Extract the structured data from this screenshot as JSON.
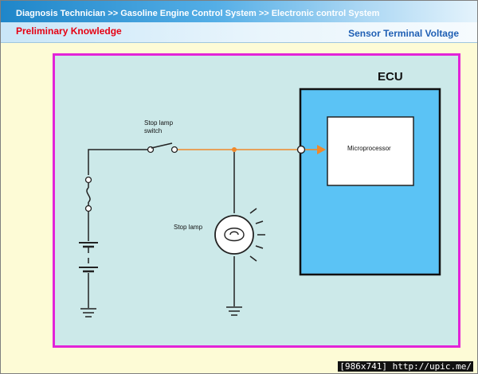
{
  "header": {
    "breadcrumb": "Diagnosis Technician >> Gasoline Engine Control System >> Electronic control System",
    "section_title": "Preliminary Knowledge",
    "page_topic": "Sensor Terminal Voltage"
  },
  "diagram": {
    "ecu_label": "ECU",
    "microprocessor_label": "Microprocessor",
    "switch_label_line1": "Stop lamp",
    "switch_label_line2": "switch",
    "lamp_label": "Stop lamp"
  },
  "watermark": "[986x741] http://upic.me/",
  "colors": {
    "panel_border": "#e223d8",
    "panel_fill": "#cce9e9",
    "ecu_fill": "#5bc3f5",
    "signal_line": "#f0892a",
    "ground_wire": "#222222"
  }
}
